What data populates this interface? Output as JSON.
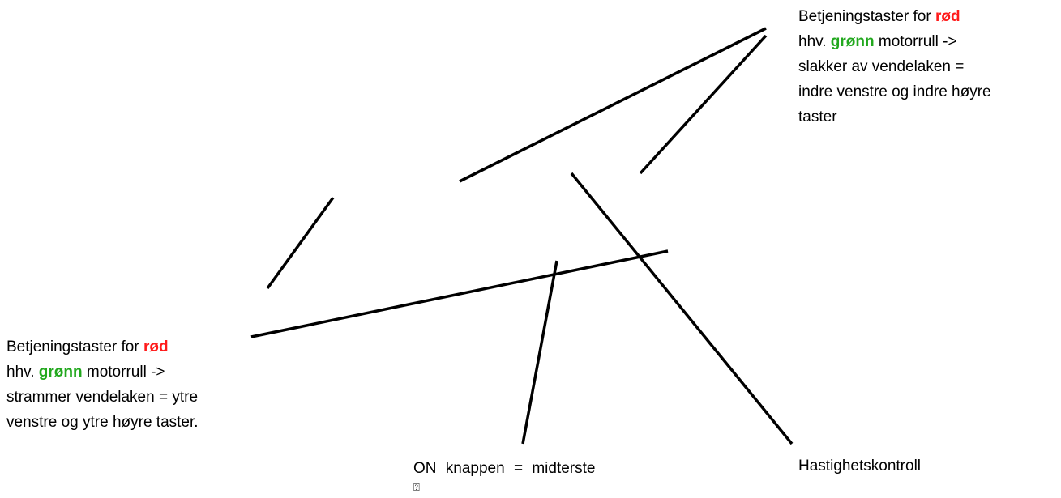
{
  "colors": {
    "line": "#000000",
    "red": "#ff1a1a",
    "green": "#22a81e",
    "text": "#000000"
  },
  "labels": {
    "top_right": {
      "l1_prefix": "Betjeningstaster for ",
      "l1_red": "rød",
      "l2_prefix": "hhv. ",
      "l2_green": "grønn",
      "l2_suffix": " motorrull ->",
      "l3": "slakker av vendelaken =",
      "l4": "indre venstre og indre høyre",
      "l5": "taster"
    },
    "left": {
      "l1_prefix": "Betjeningstaster for ",
      "l1_red": "rød",
      "l2_prefix": "hhv. ",
      "l2_green": "grønn",
      "l2_suffix": " motorrull ->",
      "l3": "strammer vendelaken = ytre",
      "l4": "venstre og ytre høyre taster."
    },
    "on_button": "ON knappen = midterste",
    "speed_control": "Hastighetskontroll",
    "glyph": "⍰"
  }
}
